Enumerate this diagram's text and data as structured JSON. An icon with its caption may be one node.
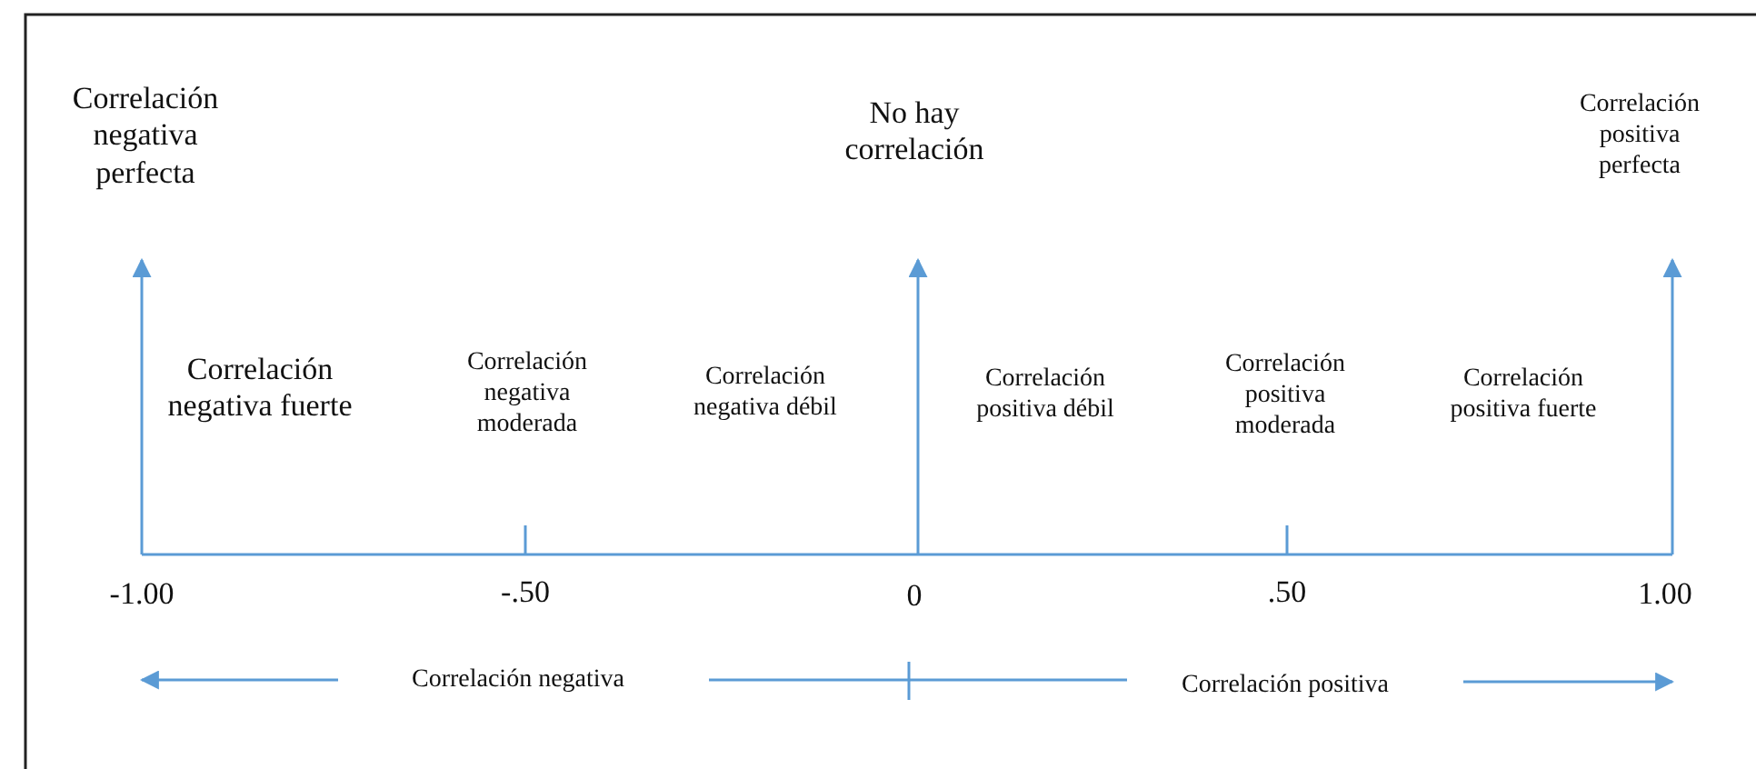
{
  "diagram": {
    "labels": [
      "Correlación negativa perfecta",
      "No hay correlación",
      "Correlación positiva perfecta",
      "Correlación negativa fuerte",
      "Correlación negativa moderada",
      "Correlación negativa débil",
      "Correlación positiva débil",
      "Correlación positiva moderada",
      "Correlación positiva fuerte",
      "-1.00",
      "-.50",
      "0",
      ".50",
      "1.00",
      "Correlación negativa",
      "Correlación positiva"
    ]
  }
}
